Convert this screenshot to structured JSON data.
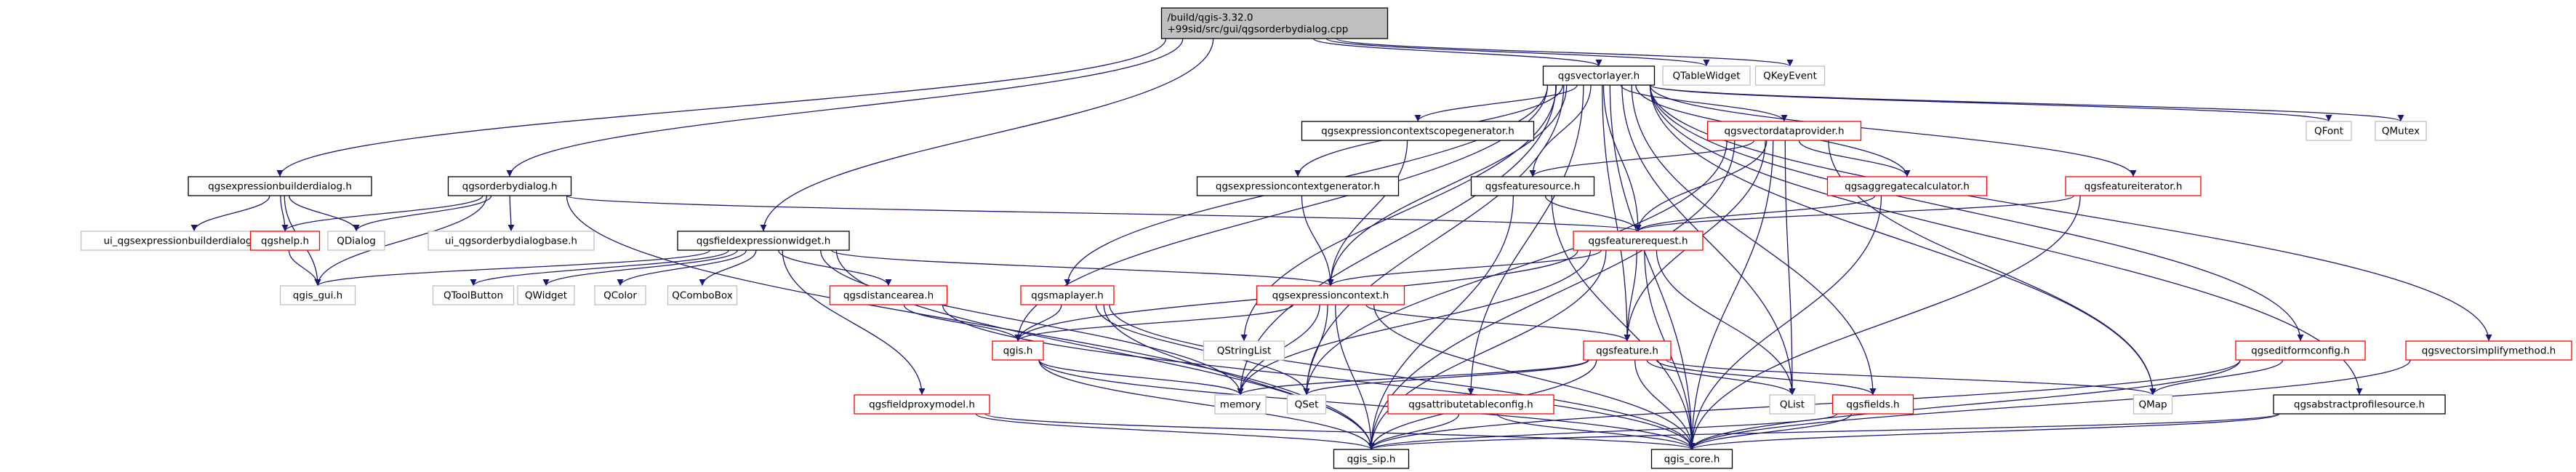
{
  "colors": {
    "edge": "#191970",
    "root_fill": "#bfbfbf",
    "root_stroke": "#000000",
    "plain_stroke": "#000000",
    "external_stroke": "#bfbfbf",
    "external_text": "#666666",
    "highlight_stroke": "#ff0000"
  },
  "nodes": [
    {
      "id": "root",
      "kind": "root",
      "lines": [
        "/build/qgis-3.32.0",
        "+99sid/src/gui/qgsorderbydialog.cpp"
      ]
    },
    {
      "id": "qtablewidget",
      "kind": "external",
      "lines": [
        "QTableWidget"
      ]
    },
    {
      "id": "qkeyevent",
      "kind": "external",
      "lines": [
        "QKeyEvent"
      ]
    },
    {
      "id": "qgsvectorlayer",
      "kind": "plain",
      "lines": [
        "qgsvectorlayer.h"
      ]
    },
    {
      "id": "qgsexpressionbuilderdialog",
      "kind": "plain",
      "lines": [
        "qgsexpressionbuilderdialog.h"
      ]
    },
    {
      "id": "qgsorderbydialog",
      "kind": "plain",
      "lines": [
        "qgsorderbydialog.h"
      ]
    },
    {
      "id": "qgsfieldexpressionwidget",
      "kind": "plain",
      "lines": [
        "qgsfieldexpressionwidget.h"
      ]
    },
    {
      "id": "ui_qgsexpressionbuilderdialogbase",
      "kind": "external",
      "lines": [
        "ui_qgsexpressionbuilderdialogbase.h"
      ]
    },
    {
      "id": "qgshelp",
      "kind": "highlight",
      "lines": [
        "qgshelp.h"
      ]
    },
    {
      "id": "qdialog",
      "kind": "external",
      "lines": [
        "QDialog"
      ]
    },
    {
      "id": "ui_qgsorderbydialogbase",
      "kind": "external",
      "lines": [
        "ui_qgsorderbydialogbase.h"
      ]
    },
    {
      "id": "qgis_gui",
      "kind": "external",
      "lines": [
        "qgis_gui.h"
      ]
    },
    {
      "id": "qtoolbutton",
      "kind": "external",
      "lines": [
        "QToolButton"
      ]
    },
    {
      "id": "qwidget",
      "kind": "external",
      "lines": [
        "QWidget"
      ]
    },
    {
      "id": "qcolor",
      "kind": "external",
      "lines": [
        "QColor"
      ]
    },
    {
      "id": "qcombobox",
      "kind": "external",
      "lines": [
        "QComboBox"
      ]
    },
    {
      "id": "qgsdistancearea",
      "kind": "highlight",
      "lines": [
        "qgsdistancearea.h"
      ]
    },
    {
      "id": "qgsmaplayer",
      "kind": "highlight",
      "lines": [
        "qgsmaplayer.h"
      ]
    },
    {
      "id": "qgis",
      "kind": "highlight",
      "lines": [
        "qgis.h"
      ]
    },
    {
      "id": "qgsfieldproxymodel",
      "kind": "highlight",
      "lines": [
        "qgsfieldproxymodel.h"
      ]
    },
    {
      "id": "qgsexpressioncontextscopegenerator",
      "kind": "plain",
      "lines": [
        "qgsexpressioncontextscopegenerator.h"
      ]
    },
    {
      "id": "qgsexpressioncontextgenerator",
      "kind": "plain",
      "lines": [
        "qgsexpressioncontextgenerator.h"
      ]
    },
    {
      "id": "qgsexpressioncontext",
      "kind": "highlight",
      "lines": [
        "qgsexpressioncontext.h"
      ]
    },
    {
      "id": "qstringlist",
      "kind": "external",
      "lines": [
        "QStringList"
      ]
    },
    {
      "id": "qgsvectordataprovider",
      "kind": "highlight",
      "lines": [
        "qgsvectordataprovider.h"
      ]
    },
    {
      "id": "qgsfeaturesource",
      "kind": "plain",
      "lines": [
        "qgsfeaturesource.h"
      ]
    },
    {
      "id": "qgsaggregatecalculator",
      "kind": "highlight",
      "lines": [
        "qgsaggregatecalculator.h"
      ]
    },
    {
      "id": "qgsfeatureiterator",
      "kind": "highlight",
      "lines": [
        "qgsfeatureiterator.h"
      ]
    },
    {
      "id": "qgsfeaturerequest",
      "kind": "highlight",
      "lines": [
        "qgsfeaturerequest.h"
      ]
    },
    {
      "id": "qgsfeature",
      "kind": "highlight",
      "lines": [
        "qgsfeature.h"
      ]
    },
    {
      "id": "qfont",
      "kind": "external",
      "lines": [
        "QFont"
      ]
    },
    {
      "id": "qmutex",
      "kind": "external",
      "lines": [
        "QMutex"
      ]
    },
    {
      "id": "qgseditformconfig",
      "kind": "highlight",
      "lines": [
        "qgseditformconfig.h"
      ]
    },
    {
      "id": "qgsvectorsimplifymethod",
      "kind": "highlight",
      "lines": [
        "qgsvectorsimplifymethod.h"
      ]
    },
    {
      "id": "qgsattributetableconfig",
      "kind": "highlight",
      "lines": [
        "qgsattributetableconfig.h"
      ]
    },
    {
      "id": "qgsfields",
      "kind": "highlight",
      "lines": [
        "qgsfields.h"
      ]
    },
    {
      "id": "qgsabstractprofilesource",
      "kind": "plain",
      "lines": [
        "qgsabstractprofilesource.h"
      ]
    },
    {
      "id": "memory",
      "kind": "external",
      "lines": [
        "memory"
      ]
    },
    {
      "id": "qset",
      "kind": "external",
      "lines": [
        "QSet"
      ]
    },
    {
      "id": "qlist",
      "kind": "external",
      "lines": [
        "QList"
      ]
    },
    {
      "id": "qmap",
      "kind": "external",
      "lines": [
        "QMap"
      ]
    },
    {
      "id": "qgis_sip",
      "kind": "plain",
      "lines": [
        "qgis_sip.h"
      ]
    },
    {
      "id": "qgis_core",
      "kind": "plain",
      "lines": [
        "qgis_core.h"
      ]
    }
  ],
  "edges": [
    [
      "root",
      "qgsvectorlayer"
    ],
    [
      "root",
      "qtablewidget"
    ],
    [
      "root",
      "qkeyevent"
    ],
    [
      "root",
      "qgsexpressionbuilderdialog"
    ],
    [
      "root",
      "qgsorderbydialog"
    ],
    [
      "root",
      "qgsfieldexpressionwidget"
    ],
    [
      "qgsexpressionbuilderdialog",
      "ui_qgsexpressionbuilderdialogbase"
    ],
    [
      "qgsexpressionbuilderdialog",
      "qgshelp"
    ],
    [
      "qgsexpressionbuilderdialog",
      "qdialog"
    ],
    [
      "qgsexpressionbuilderdialog",
      "qgis_gui"
    ],
    [
      "qgsorderbydialog",
      "qgshelp"
    ],
    [
      "qgsorderbydialog",
      "qdialog"
    ],
    [
      "qgsorderbydialog",
      "ui_qgsorderbydialogbase"
    ],
    [
      "qgsorderbydialog",
      "qgis_gui"
    ],
    [
      "qgsorderbydialog",
      "qgsfeaturerequest"
    ],
    [
      "qgsorderbydialog",
      "qgis_sip"
    ],
    [
      "qgshelp",
      "qgis_gui"
    ],
    [
      "qgsfieldexpressionwidget",
      "qgis_gui"
    ],
    [
      "qgsfieldexpressionwidget",
      "qtoolbutton"
    ],
    [
      "qgsfieldexpressionwidget",
      "qwidget"
    ],
    [
      "qgsfieldexpressionwidget",
      "qcolor"
    ],
    [
      "qgsfieldexpressionwidget",
      "qcombobox"
    ],
    [
      "qgsfieldexpressionwidget",
      "qgsdistancearea"
    ],
    [
      "qgsfieldexpressionwidget",
      "qgsfieldproxymodel"
    ],
    [
      "qgsfieldexpressionwidget",
      "qgsexpressioncontext"
    ],
    [
      "qgsfieldexpressionwidget",
      "memory"
    ],
    [
      "qgsfieldexpressionwidget",
      "qgis_sip"
    ],
    [
      "qgsdistancearea",
      "qgis"
    ],
    [
      "qgsdistancearea",
      "qgis_core"
    ],
    [
      "qgsmaplayer",
      "qgis"
    ],
    [
      "qgsmaplayer",
      "qset"
    ],
    [
      "qgsmaplayer",
      "qgis_sip"
    ],
    [
      "qgsmaplayer",
      "qgis_core"
    ],
    [
      "qgis",
      "memory"
    ],
    [
      "qgis",
      "qgis_sip"
    ],
    [
      "qgis",
      "qgis_core"
    ],
    [
      "qgsfieldproxymodel",
      "qgis_sip"
    ],
    [
      "qgsfieldproxymodel",
      "qgis_core"
    ],
    [
      "qgsvectorlayer",
      "qgsmaplayer"
    ],
    [
      "qgsvectorlayer",
      "qgis"
    ],
    [
      "qgsvectorlayer",
      "qgsexpressioncontextscopegenerator"
    ],
    [
      "qgsvectorlayer",
      "qgsexpressioncontextgenerator"
    ],
    [
      "qgsvectorlayer",
      "qgsexpressioncontext"
    ],
    [
      "qgsvectorlayer",
      "qstringlist"
    ],
    [
      "qgsvectorlayer",
      "memory"
    ],
    [
      "qgsvectorlayer",
      "qgsvectordataprovider"
    ],
    [
      "qgsvectorlayer",
      "qgsfeaturesource"
    ],
    [
      "qgsvectorlayer",
      "qgsaggregatecalculator"
    ],
    [
      "qgsvectorlayer",
      "qgsfeatureiterator"
    ],
    [
      "qgsvectorlayer",
      "qgsfeaturerequest"
    ],
    [
      "qgsvectorlayer",
      "qgsfeature"
    ],
    [
      "qgsvectorlayer",
      "qfont"
    ],
    [
      "qgsvectorlayer",
      "qmutex"
    ],
    [
      "qgsvectorlayer",
      "qgseditformconfig"
    ],
    [
      "qgsvectorlayer",
      "qgsvectorsimplifymethod"
    ],
    [
      "qgsvectorlayer",
      "qgsattributetableconfig"
    ],
    [
      "qgsvectorlayer",
      "qgsfields"
    ],
    [
      "qgsvectorlayer",
      "qgsabstractprofilesource"
    ],
    [
      "qgsvectorlayer",
      "qmap"
    ],
    [
      "qgsvectorlayer",
      "qlist"
    ],
    [
      "qgsvectorlayer",
      "qset"
    ],
    [
      "qgsvectorlayer",
      "qgis_core"
    ],
    [
      "qgsexpressioncontextscopegenerator",
      "qgsexpressioncontext"
    ],
    [
      "qgsexpressioncontextgenerator",
      "qgsexpressioncontext"
    ],
    [
      "qgsexpressioncontext",
      "qgis"
    ],
    [
      "qgsexpressioncontext",
      "qgsfeature"
    ],
    [
      "qgsexpressioncontext",
      "qset"
    ],
    [
      "qgsexpressioncontext",
      "memory"
    ],
    [
      "qgsexpressioncontext",
      "qgis_sip"
    ],
    [
      "qgsexpressioncontext",
      "qgis_core"
    ],
    [
      "qgsvectordataprovider",
      "qgsfeaturesource"
    ],
    [
      "qgsvectordataprovider",
      "qgsaggregatecalculator"
    ],
    [
      "qgsvectordataprovider",
      "qgsfeaturerequest"
    ],
    [
      "qgsvectordataprovider",
      "qgsfeature"
    ],
    [
      "qgsvectordataprovider",
      "qlist"
    ],
    [
      "qgsvectordataprovider",
      "qmap"
    ],
    [
      "qgsvectordataprovider",
      "qset"
    ],
    [
      "qgsvectordataprovider",
      "qgis_sip"
    ],
    [
      "qgsvectordataprovider",
      "qgis_core"
    ],
    [
      "qgsfeaturesource",
      "qgsfeaturerequest"
    ],
    [
      "qgsfeaturesource",
      "qgis_sip"
    ],
    [
      "qgsfeaturesource",
      "qgis_core"
    ],
    [
      "qgsaggregatecalculator",
      "qgsfeaturerequest"
    ],
    [
      "qgsaggregatecalculator",
      "qgis_core"
    ],
    [
      "qgsfeatureiterator",
      "qgsfeaturerequest"
    ],
    [
      "qgsfeatureiterator",
      "qgis_core"
    ],
    [
      "qgsfeaturerequest",
      "qgis"
    ],
    [
      "qgsfeaturerequest",
      "qgsexpressioncontext"
    ],
    [
      "qgsfeaturerequest",
      "qgsfeature"
    ],
    [
      "qgsfeaturerequest",
      "memory"
    ],
    [
      "qgsfeaturerequest",
      "qlist"
    ],
    [
      "qgsfeaturerequest",
      "qgis_sip"
    ],
    [
      "qgsfeaturerequest",
      "qgis_core"
    ],
    [
      "qgsfeature",
      "qset"
    ],
    [
      "qgsfeature",
      "memory"
    ],
    [
      "qgsfeature",
      "qlist"
    ],
    [
      "qgsfeature",
      "qgsfields"
    ],
    [
      "qgsfeature",
      "qmap"
    ],
    [
      "qgsfeature",
      "qgis_sip"
    ],
    [
      "qgsfeature",
      "qgis_core"
    ],
    [
      "qgseditformconfig",
      "qmap"
    ],
    [
      "qgseditformconfig",
      "qgis_sip"
    ],
    [
      "qgseditformconfig",
      "qgis_core"
    ],
    [
      "qgsvectorsimplifymethod",
      "qgis_core"
    ],
    [
      "qgsattributetableconfig",
      "qgis_sip"
    ],
    [
      "qgsattributetableconfig",
      "qgis_core"
    ],
    [
      "qgsfields",
      "qgis_sip"
    ],
    [
      "qgsfields",
      "qgis_core"
    ],
    [
      "qgsabstractprofilesource",
      "qgis_sip"
    ],
    [
      "qgsabstractprofilesource",
      "qgis_core"
    ]
  ]
}
